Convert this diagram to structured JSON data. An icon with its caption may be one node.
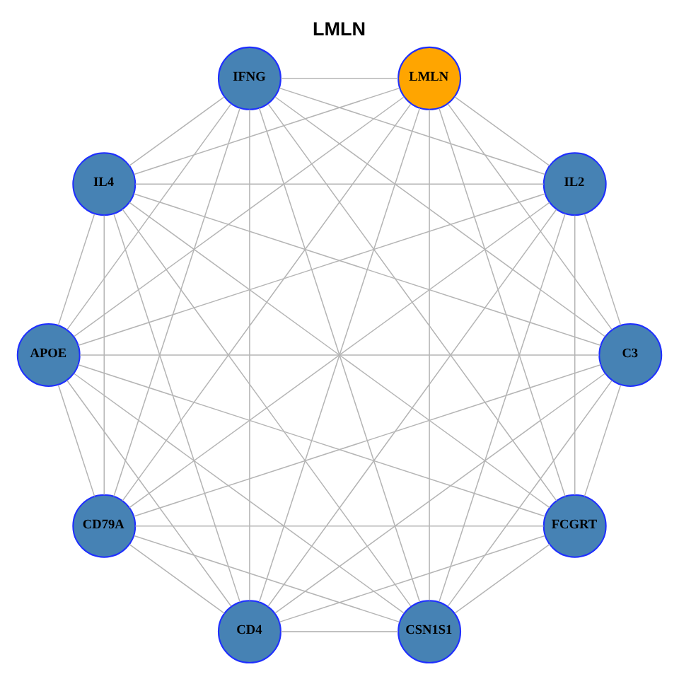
{
  "diagram": {
    "title": "LMLN",
    "nodes": [
      {
        "text": [
          "FCGRT"
        ]
      },
      {
        "text": [
          "C3"
        ]
      },
      {
        "text": [
          "CD4"
        ]
      },
      {
        "text": [
          "CD79A"
        ]
      },
      {
        "text": [
          "APOE"
        ]
      },
      {
        "text": [
          "IL4"
        ]
      },
      {
        "text": [
          "IFNG"
        ]
      },
      {
        "text": [
          "LMLN"
        ]
      },
      {
        "text": [
          "IL2"
        ]
      },
      {
        "text": [
          "CSN1S1"
        ]
      }
    ],
    "edges": [
      {
        "from": 0,
        "to": 1,
        "arrow": "none"
      },
      {
        "from": 0,
        "to": 2,
        "arrow": "none"
      },
      {
        "from": 0,
        "to": 3,
        "arrow": "none"
      },
      {
        "from": 0,
        "to": 4,
        "arrow": "none"
      },
      {
        "from": 0,
        "to": 5,
        "arrow": "none"
      },
      {
        "from": 0,
        "to": 6,
        "arrow": "none"
      },
      {
        "from": 0,
        "to": 7,
        "arrow": "none"
      },
      {
        "from": 0,
        "to": 8,
        "arrow": "none"
      },
      {
        "from": 0,
        "to": 9,
        "arrow": "none"
      },
      {
        "from": 1,
        "to": 2,
        "arrow": "none"
      },
      {
        "from": 1,
        "to": 3,
        "arrow": "none"
      },
      {
        "from": 1,
        "to": 4,
        "arrow": "none"
      },
      {
        "from": 1,
        "to": 5,
        "arrow": "none"
      },
      {
        "from": 1,
        "to": 6,
        "arrow": "none"
      },
      {
        "from": 1,
        "to": 7,
        "arrow": "none"
      },
      {
        "from": 1,
        "to": 8,
        "arrow": "none"
      },
      {
        "from": 1,
        "to": 9,
        "arrow": "none"
      },
      {
        "from": 2,
        "to": 3,
        "arrow": "none"
      },
      {
        "from": 2,
        "to": 4,
        "arrow": "none"
      },
      {
        "from": 2,
        "to": 5,
        "arrow": "none"
      },
      {
        "from": 2,
        "to": 6,
        "arrow": "none"
      },
      {
        "from": 2,
        "to": 7,
        "arrow": "none"
      },
      {
        "from": 2,
        "to": 8,
        "arrow": "none"
      },
      {
        "from": 2,
        "to": 9,
        "arrow": "none"
      },
      {
        "from": 3,
        "to": 4,
        "arrow": "none"
      },
      {
        "from": 3,
        "to": 5,
        "arrow": "none"
      },
      {
        "from": 3,
        "to": 6,
        "arrow": "none"
      },
      {
        "from": 3,
        "to": 7,
        "arrow": "none"
      },
      {
        "from": 3,
        "to": 8,
        "arrow": "none"
      },
      {
        "from": 3,
        "to": 9,
        "arrow": "none"
      },
      {
        "from": 4,
        "to": 5,
        "arrow": "none"
      },
      {
        "from": 4,
        "to": 6,
        "arrow": "none"
      },
      {
        "from": 4,
        "to": 7,
        "arrow": "none"
      },
      {
        "from": 4,
        "to": 8,
        "arrow": "none"
      },
      {
        "from": 4,
        "to": 9,
        "arrow": "none"
      },
      {
        "from": 5,
        "to": 6,
        "arrow": "none"
      },
      {
        "from": 5,
        "to": 7,
        "arrow": "none"
      },
      {
        "from": 5,
        "to": 8,
        "arrow": "none"
      },
      {
        "from": 5,
        "to": 9,
        "arrow": "none"
      },
      {
        "from": 6,
        "to": 7,
        "arrow": "none"
      },
      {
        "from": 6,
        "to": 8,
        "arrow": "none"
      },
      {
        "from": 6,
        "to": 9,
        "arrow": "none"
      },
      {
        "from": 7,
        "to": 8,
        "arrow": "none"
      },
      {
        "from": 7,
        "to": 9,
        "arrow": "none"
      },
      {
        "from": 8,
        "to": 9,
        "arrow": "none"
      }
    ]
  }
}
